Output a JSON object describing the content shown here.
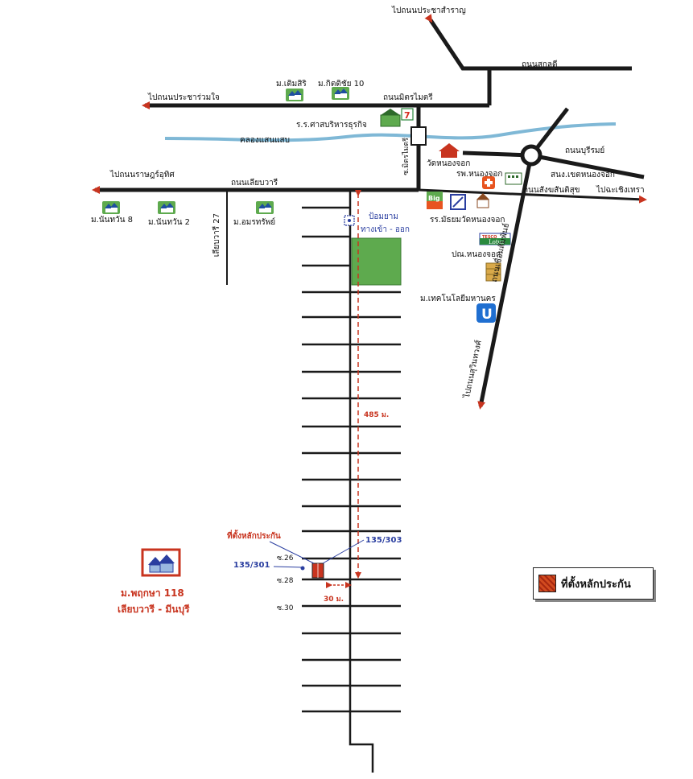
{
  "roads": {
    "to_pracha_samran": "ไปถนนประชาสำราญ",
    "sukaphiban": "ถนนสกลดี",
    "to_pracha_ruam_jai": "ไปถนนประชาร่วมใจ",
    "mitmaitri": "ถนนมิตรไมตรี",
    "canal": "คลองแสนแสบ",
    "soi_mitmaitri": "ซ.มิตรไมตรี",
    "boriram": "ถนนบุรีรมย์",
    "to_ratburana": "ไปถนนราษฎร์อุทิศ",
    "liapwari": "ถนนเลียบวารี",
    "to_chachoengsao": "ไปฉะเชิงเทรา",
    "sangkhom": "ถนนสังฆสันติสุข",
    "liapwari27": "เลียบวารี 27",
    "chueam_samphan": "ถนนเชื่อมสัมพันธ์",
    "to_suwinthawong": "ไปถนนสุวินทวงศ์"
  },
  "places": {
    "m_termsiri": "ม.เติมสิริ",
    "m_kittichai": "ม.กิตติชัย 10",
    "school_business": "ร.ร.ศาสบริหารธุรกิจ",
    "wat_nongchok": "วัดหนองจอก",
    "hospital": "รพ.หนองจอก",
    "police": "สนง.เขตหนองจอก",
    "m_nanthawan8": "ม.นันทวัน 8",
    "m_nanthawan2": "ม.นันทวัน 2",
    "m_amornsap": "ม.อมรทรัพย์",
    "guard_post": "ป้อมยาม",
    "entrance": "ทางเข้า - ออก",
    "school_wat": "รร.มัธยมวัดหนองจอก",
    "post_office": "ปณ.หนองจอก",
    "university": "ม.เทคโนโลยีมหานคร"
  },
  "icons": {
    "big_c": "Big",
    "tesco_top": "TESCO",
    "tesco_bottom": "Lotus",
    "uni_letter": "U",
    "seven_eleven": "7"
  },
  "project": {
    "name": "ม.พฤกษา 118",
    "subtitle": "เลียบวารี - มีนบุรี",
    "collateral": "ที่ตั้งหลักประกัน",
    "plot_a": "135/303",
    "plot_b": "135/301",
    "soi26": "ซ.26",
    "soi28": "ซ.28",
    "soi30": "ซ.30",
    "dist_485": "485 ม.",
    "dist_30": "30 ม."
  },
  "legend": {
    "label": "ที่ตั้งหลักประกัน"
  },
  "colors": {
    "road": "#1a1a1a",
    "canal": "#7fb8d6",
    "arrow": "#c8341f",
    "field": "#5eaa4e",
    "highlight": "#c8341f"
  }
}
